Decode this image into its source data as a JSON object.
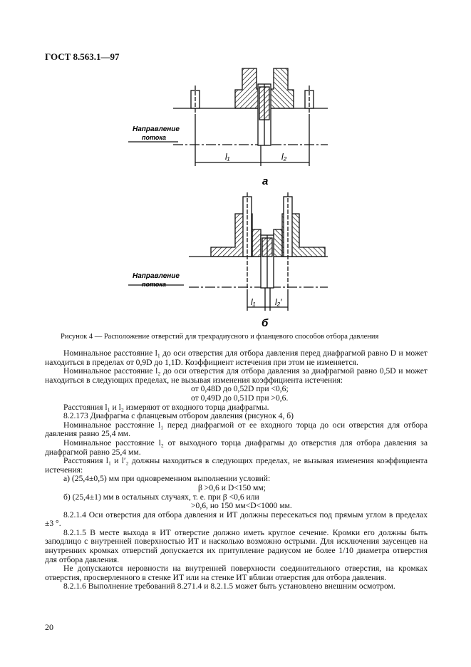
{
  "header": {
    "doc_id": "ГОСТ 8.563.1—97"
  },
  "figure": {
    "direction_label_line1": "Направление",
    "direction_label_line2": "потока",
    "sub_a": "а",
    "sub_b": "б",
    "dim_l1": "l₁",
    "dim_l2": "l₂",
    "dim_l2p": "l₂′",
    "caption": "Рисунок 4 — Расположение отверстий для трехрадиусного и фланцевого способов отбора давления"
  },
  "paragraphs": [
    "Номинальное расстояние l₁ до оси отверстия для отбора давления перед диафрагмой равно D и может находиться в пределах от 0,9D до 1,1D. Коэффициент истечения при этом не изменяется.",
    "Номинальное расстояние l₂ до оси отверстия для отбора давления за диафрагмой равно 0,5D и может находиться в следующих пределах, не вызывая изменения коэффициента истечения:",
    "от 0,48D до 0,52D при <0,6;",
    "от 0,49D до 0,51D при >0,6.",
    "Расстояния l₁ и l₂ измеряют от входного торца диафрагмы.",
    "8.2.173 Диафрагма с фланцевым отбором давления (рисунок 4, б)",
    "Номинальное расстояние l₁ перед диафрагмой от ее входного торца до оси отверстия для отбора давления равно 25,4 мм.",
    "Номинальное расстояние l₂ от выходного торца диафрагмы до отверстия для отбора давления за диафрагмой равно 25,4 мм.",
    "Расстояния l₁ и l′₂ должны находиться в следующих пределах, не вызывая изменения коэффициента истечения:",
    "а) (25,4±0,5) мм при одновременном выполнении условий:",
    "β >0,6 и D<150 мм;",
    "б) (25,4±1) мм в остальных случаях, т. е. при β <0,6 или",
    ">0,6, но 150 мм<D<1000 мм.",
    "8.2.1.4 Оси отверстия для отбора давления и ИТ должны пересекаться под прямым углом в пределах ±3 °.",
    "8.2.1.5 В месте выхода в ИТ отверстие должно иметь круглое сечение. Кромки его должны быть заподлицо с внутренней поверхностью ИТ и насколько возможно острыми. Для исключения заусенцев на внутренних кромках отверстий допускается их притупление радиусом не более 1/10 диаметра отверстия для отбора давления.",
    "Не допускаются неровности на внутренней поверхности соединительного отверстия, на кромках отверстия, просверленного в стенке ИТ или на стенке ИТ вблизи отверстия для отбора давления.",
    "8.2.1.6 Выполнение требований 8.271.4 и 8.2.1.5 может быть установлено внешним осмотром."
  ],
  "page_number": "20"
}
